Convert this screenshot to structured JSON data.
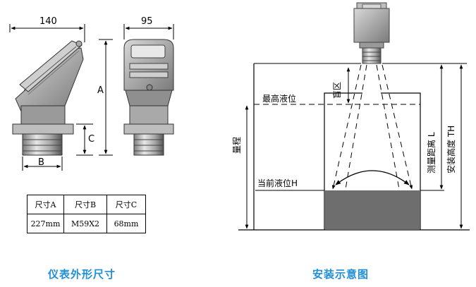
{
  "dimension_drawing": {
    "width_label": "140",
    "depth_label": "95",
    "label_a": "A",
    "label_b": "B",
    "label_c": "C"
  },
  "size_table": {
    "headers": [
      "尺寸A",
      "尺寸B",
      "尺寸C"
    ],
    "values": [
      "227mm",
      "M59X2",
      "68mm"
    ]
  },
  "install_diagram": {
    "blind_zone": "盲区",
    "max_level": "最高液位",
    "range": "量程",
    "current_level": "当前液位H",
    "measured_distance": "测量距离 L",
    "install_height": "安装高度 TH"
  },
  "captions": {
    "left": "仪表外形尺寸",
    "right": "安装示意图"
  },
  "colors": {
    "caption": "#1f8fd6",
    "liquid": "#6e6e6e"
  }
}
